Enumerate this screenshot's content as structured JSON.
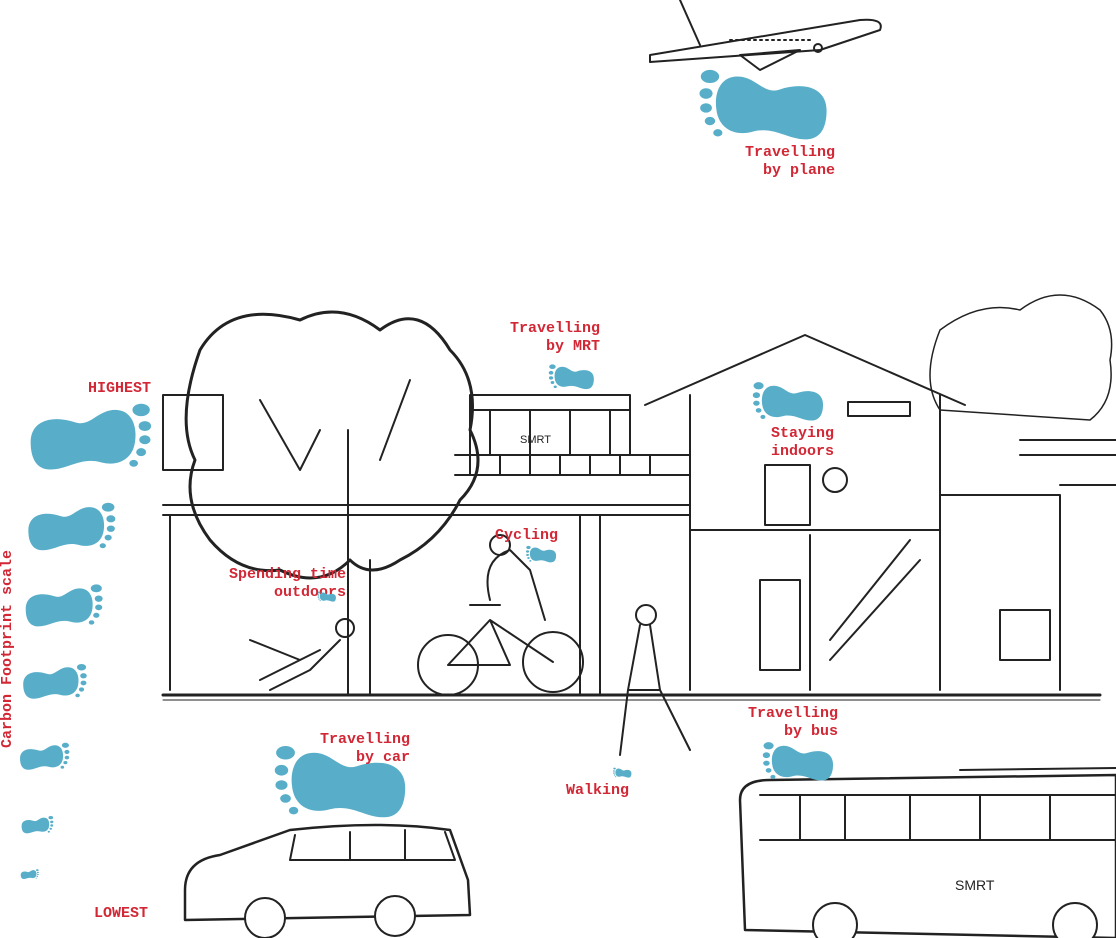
{
  "colors": {
    "footprint": "#58aec9",
    "label": "#d22836",
    "sketch": "#222222"
  },
  "scale": {
    "title": "Carbon Footprint scale",
    "highest": "HIGHEST",
    "lowest": "LOWEST",
    "levels": 7
  },
  "activities": {
    "plane": {
      "line1": "Travelling",
      "line2": "by plane"
    },
    "mrt": {
      "line1": "Travelling",
      "line2": "by MRT"
    },
    "indoors": {
      "line1": "Staying",
      "line2": "indoors"
    },
    "cycling": {
      "line1": "Cycling"
    },
    "outdoors": {
      "line1": "Spending time",
      "line2": "outdoors"
    },
    "car": {
      "line1": "Travelling",
      "line2": "by car"
    },
    "walking": {
      "line1": "Walking"
    },
    "bus": {
      "line1": "Travelling",
      "line2": "by bus"
    }
  },
  "sketch_text": {
    "mrt_sign": "SMRT",
    "bus_sign": "SMRT"
  }
}
